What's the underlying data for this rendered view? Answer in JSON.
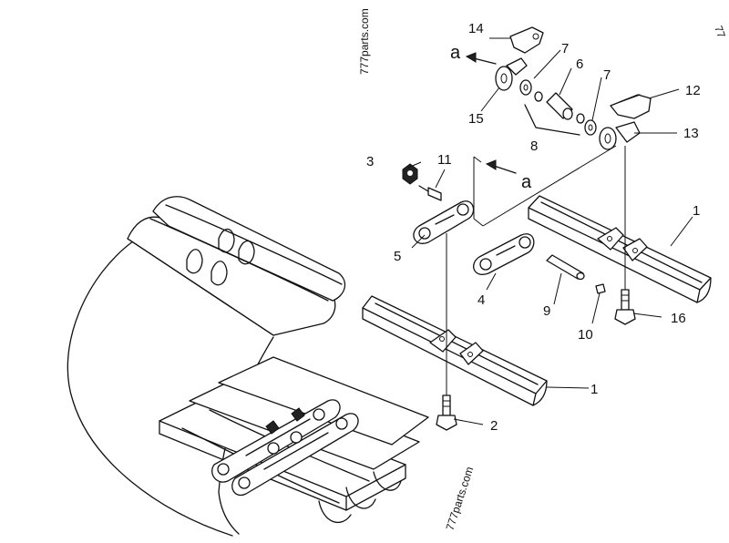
{
  "labels": {
    "l1a": "1",
    "l1b": "1",
    "l2": "2",
    "l3": "3",
    "l4": "4",
    "l5": "5",
    "l6": "6",
    "l7a": "7",
    "l7b": "7",
    "l8": "8",
    "l9": "9",
    "l10": "10",
    "l11": "11",
    "l12": "12",
    "l13": "13",
    "l14": "14",
    "l15": "15",
    "l16": "16",
    "view_a1": "a",
    "view_a2": "a"
  },
  "watermarks": {
    "top": "777parts.com",
    "bottom": "777parts.com",
    "corner": "77"
  }
}
